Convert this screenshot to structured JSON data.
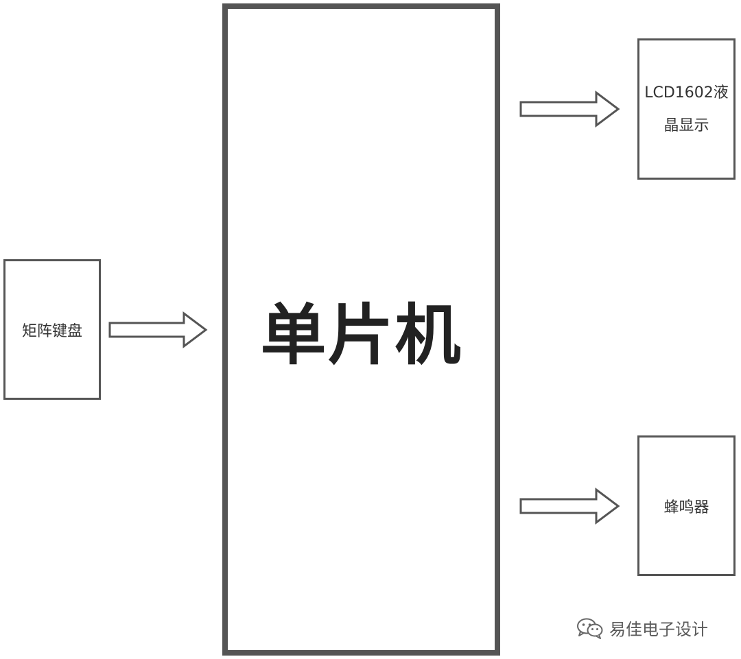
{
  "blocks": {
    "mcu": {
      "label": "单片机"
    },
    "keyboard": {
      "label": "矩阵键盘"
    },
    "lcd": {
      "label": "LCD1602液\n晶显示"
    },
    "buzzer": {
      "label": "蜂鸣器"
    }
  },
  "edges": [
    {
      "from": "keyboard",
      "to": "mcu"
    },
    {
      "from": "mcu",
      "to": "lcd"
    },
    {
      "from": "mcu",
      "to": "buzzer"
    }
  ],
  "watermark": {
    "icon": "wechat-icon",
    "text": "易佳电子设计"
  },
  "colors": {
    "border": "#555555",
    "arrow": "#555555",
    "text": "#333333"
  }
}
